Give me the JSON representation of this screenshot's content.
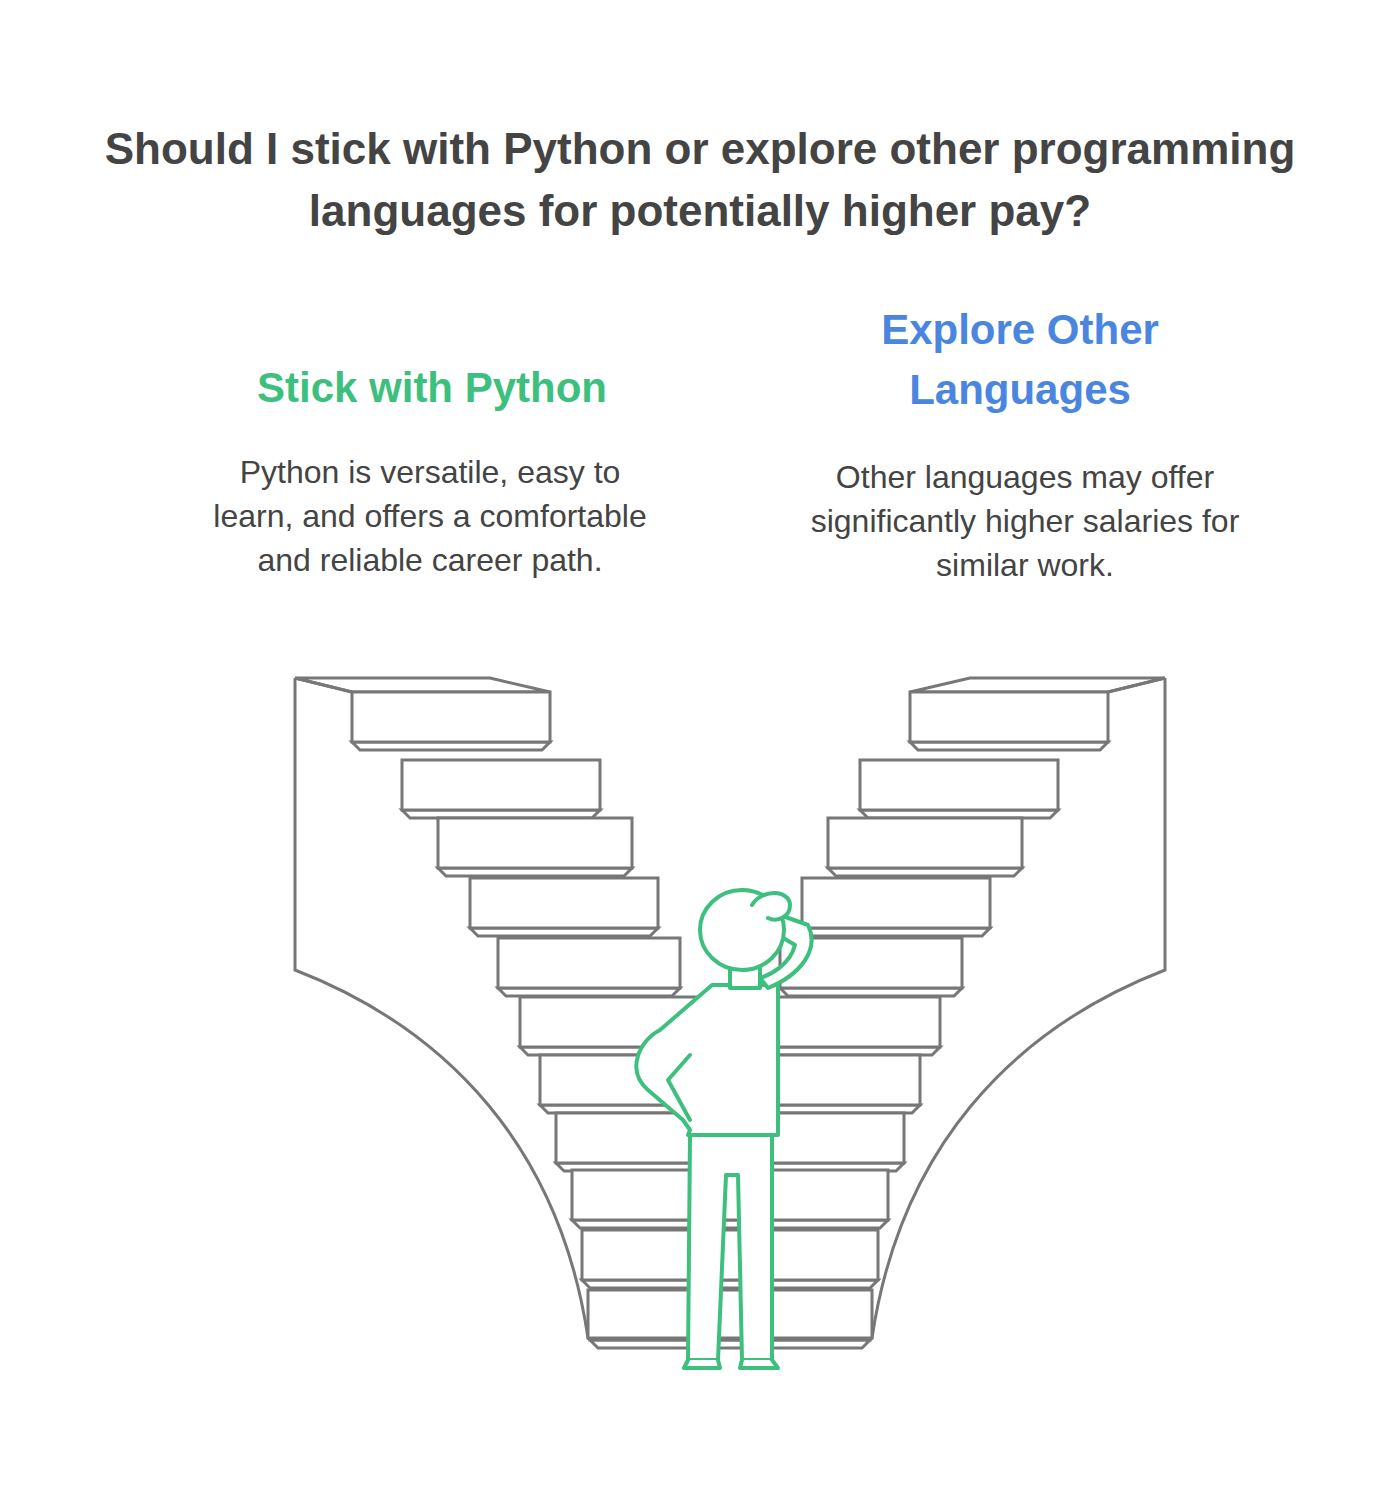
{
  "diagram": {
    "title": "Should I stick with Python or explore other programming languages for potentially higher pay?",
    "labels": [
      "Stick with Python",
      "Python is versatile, easy to learn, and offers a comfortable and reliable career path.",
      "Explore Other Languages",
      "Other languages may offer significantly higher salaries for similar work."
    ]
  }
}
